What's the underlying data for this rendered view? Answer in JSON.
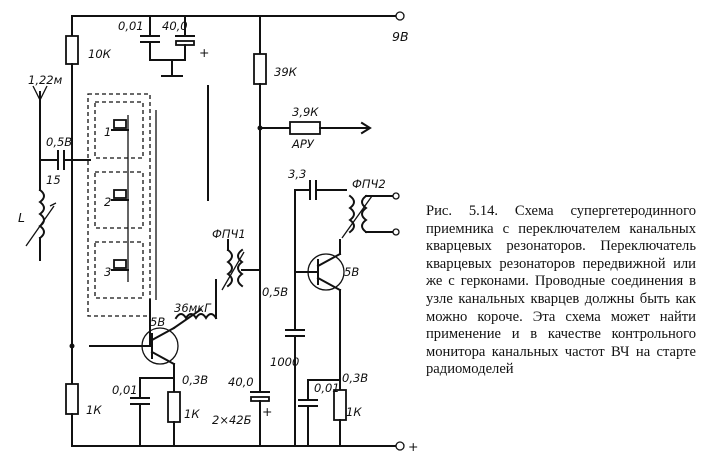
{
  "caption": "Рис. 5.14. Схема супергетеродинного приемника с переключателем канальных кварцевых резонаторов. Переключатель кварцевых резонаторов передвижной или же с герконами. Проводные соединения в узле канальных кварцев должны быть как можно короче. Эта схема может найти применение и в качестве контрольного монитора канальных частот ВЧ на старте радиомоделей",
  "labels": {
    "supply_plus": "9В",
    "ground_minus": "+",
    "c_0_01_top": "0,01",
    "c_40_0_top": "40,0",
    "c_plus_top": "+",
    "r_10k": "10К",
    "r_39k": "39К",
    "antenna": "1,22м",
    "c_0_5v": "0,5В",
    "c_15": "15",
    "coil_l": "L",
    "crystal_1": "1",
    "crystal_2": "2",
    "crystal_3": "3",
    "r_3_9k": "3,9К",
    "agc": "АРУ",
    "c_3_3": "3,3",
    "fpch2": "ФПЧ2",
    "fpch1": "ФПЧ1",
    "choke": "36мкГ",
    "q1_base_v": "5В",
    "q2_collector_v": "5В",
    "emitter_0_5v": "0,5В",
    "c_1000": "1000",
    "q1_emitter_v": "0,3В",
    "q2_emitter_v": "0,3В",
    "c_0_01_q1": "0,01",
    "c_0_01_q2": "0,01",
    "r_1k_left": "1К",
    "r_1k_q1": "1К",
    "r_1k_q2": "1К",
    "c_40_0_bottom": "40,0",
    "c_2x42b": "2×42Б",
    "c_plus_bottom": "+"
  }
}
